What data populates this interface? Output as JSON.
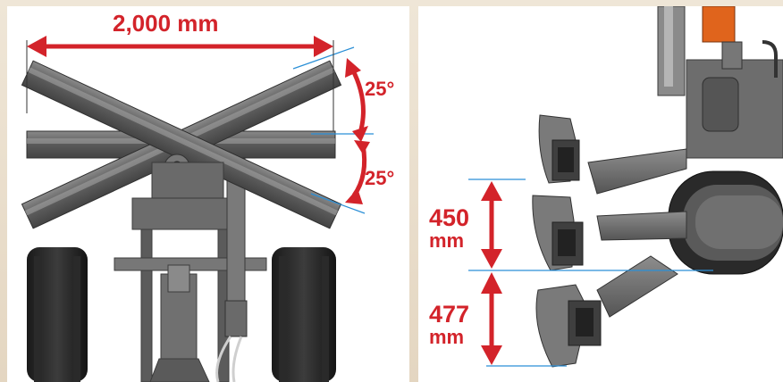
{
  "left_panel": {
    "width_label": "2,000 mm",
    "angle_up_label": "25°",
    "angle_down_label": "25°"
  },
  "right_panel": {
    "lift_value": "450",
    "lift_unit": "mm",
    "depth_value": "477",
    "depth_unit": "mm"
  },
  "colors": {
    "annotation_red": "#d3232a",
    "guide_blue": "#2b8fd6",
    "machine_grey": "#6f6f6f",
    "machine_dark": "#3a3a3a",
    "boom_orange": "#e0641c"
  }
}
